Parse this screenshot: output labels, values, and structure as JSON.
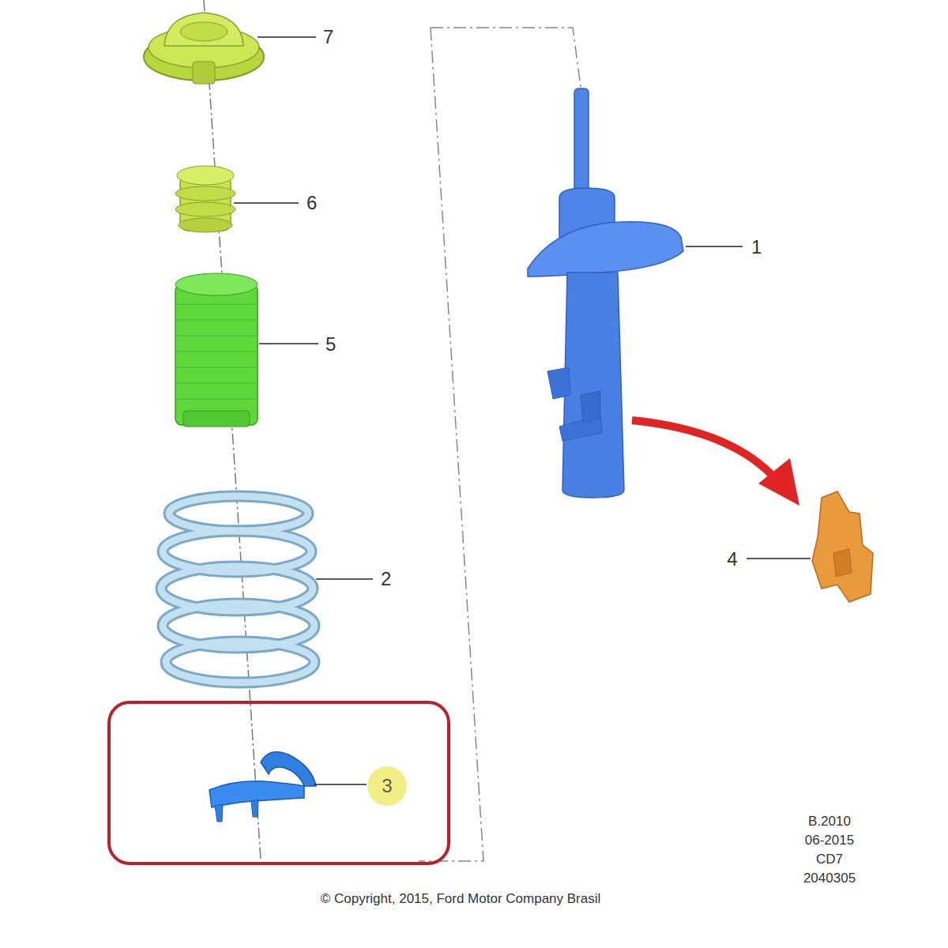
{
  "diagram": {
    "nodes": [
      {
        "text": [
          "3"
        ]
      }
    ],
    "labels": [
      "7",
      "6",
      "5",
      "1",
      "2",
      "4",
      "B.2010",
      "06-2015",
      "CD7",
      "2040305",
      "© Copyright, 2015, Ford Motor Company Brasil"
    ]
  }
}
